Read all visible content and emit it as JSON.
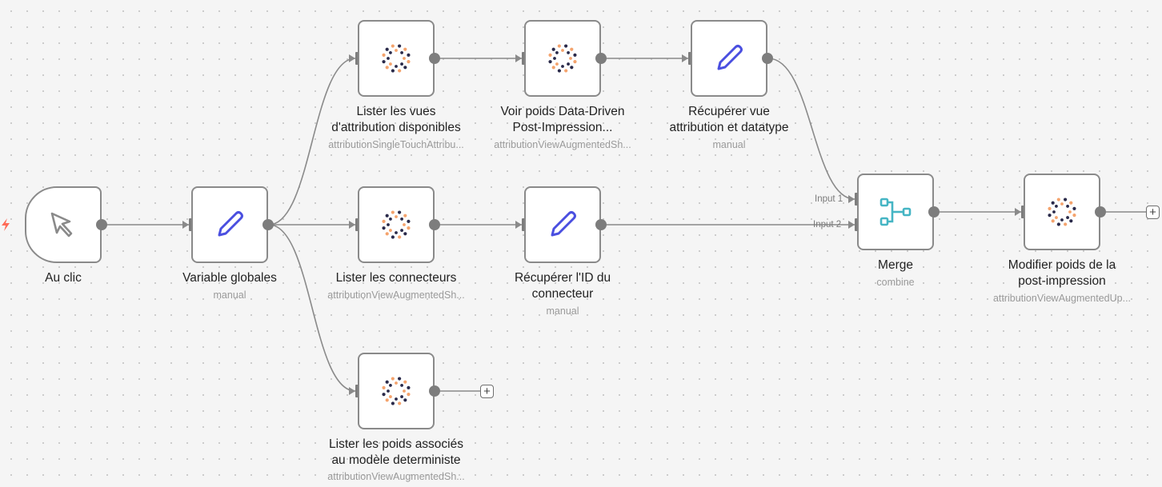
{
  "nodes": {
    "au_clic": {
      "title": "Au clic"
    },
    "variable_globales": {
      "title": "Variable globales",
      "subtitle": "manual"
    },
    "lister_vues": {
      "title_line1": "Lister les vues",
      "title_line2": "d'attribution disponibles",
      "subtitle": "attributionSingleTouchAttribu..."
    },
    "voir_poids": {
      "title_line1": "Voir poids Data-Driven",
      "title_line2": "Post-Impression...",
      "subtitle": "attributionViewAugmentedSh..."
    },
    "recuperer_vue": {
      "title_line1": "Récupérer vue",
      "title_line2": "attribution et datatype",
      "subtitle": "manual"
    },
    "lister_connecteurs": {
      "title": "Lister les connecteurs",
      "subtitle": "attributionViewAugmentedSh..."
    },
    "recuperer_id": {
      "title_line1": "Récupérer l'ID du",
      "title_line2": "connecteur",
      "subtitle": "manual"
    },
    "lister_poids": {
      "title_line1": "Lister les poids associés",
      "title_line2": "au modèle deterministe",
      "subtitle": "attributionViewAugmentedSh..."
    },
    "merge": {
      "title": "Merge",
      "subtitle": "combine",
      "input1": "Input 1",
      "input2": "Input 2"
    },
    "modifier_poids": {
      "title_line1": "Modifier poids de la",
      "title_line2": "post-impression",
      "subtitle": "attributionViewAugmentedUp..."
    }
  },
  "add_button": {
    "label": "+"
  },
  "colors": {
    "trigger_bolt": "#ff6b57",
    "pencil": "#4a4fe0",
    "merge_icon": "#45b5c4",
    "dot_dark": "#2a2a4a",
    "dot_orange": "#f4a36d",
    "node_border": "#8a8a8a",
    "edge": "#8a8a8a"
  },
  "icons": {
    "trigger": "cursor-click-icon",
    "set": "pencil-icon",
    "app": "dotted-ring-logo-icon",
    "merge": "merge-branch-icon",
    "bolt": "lightning-bolt-icon"
  }
}
